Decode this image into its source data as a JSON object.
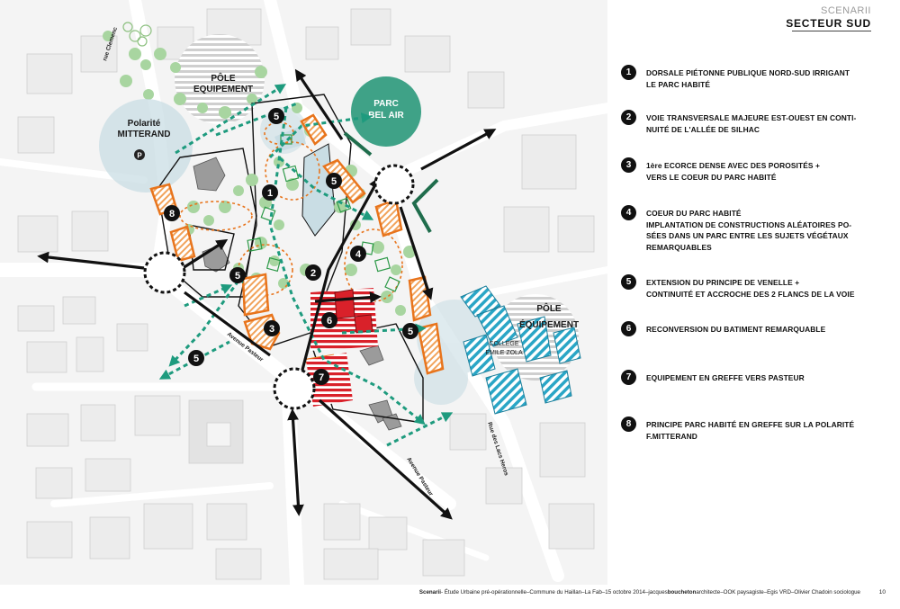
{
  "header": {
    "category": "SCENARII",
    "title": "SECTEUR SUD"
  },
  "legend": [
    {
      "number": "1",
      "text": "DORSALE PIÉTONNE PUBLIQUE NORD-SUD IRRIGANT\nLE PARC HABITÉ"
    },
    {
      "number": "2",
      "text": "VOIE TRANSVERSALE MAJEURE EST-OUEST EN CONTI-\nNUITÉ DE L'ALLÉE DE SILHAC"
    },
    {
      "number": "3",
      "text": "1ère ECORCE DENSE AVEC DES POROSITÉS +\nVERS LE COEUR DU PARC HABITÉ"
    },
    {
      "number": "4",
      "text": "COEUR DU PARC HABITÉ\nIMPLANTATION DE CONSTRUCTIONS ALÉATOIRES PO-\nSÉES DANS UN PARC ENTRE LES SUJETS VÉGÉTAUX\nREMARQUABLES"
    },
    {
      "number": "5",
      "text": "EXTENSION DU PRINCIPE DE VENELLE +\nCONTINUITÉ ET ACCROCHE DES 2 FLANCS DE LA VOIE"
    },
    {
      "number": "6",
      "text": "RECONVERSION DU BATIMENT REMARQUABLE"
    },
    {
      "number": "7",
      "text": "EQUIPEMENT EN GREFFE VERS PASTEUR"
    },
    {
      "number": "8",
      "text": "PRINCIPE PARC HABITÉ EN GREFFE SUR LA POLARITÉ\nF.MITTERAND"
    }
  ],
  "map": {
    "labels": {
      "pole_nord_1": "PÔLE",
      "pole_nord_2": "EQUIPEMENT",
      "polarite_1": "Polarité",
      "polarite_2": "MITTERAND",
      "parking": "P",
      "parc_1": "PARC",
      "parc_2": "BEL AIR",
      "pole_est_1": "PÔLE",
      "pole_est_2": "ÉQUIPEMENT",
      "college_1": "COLLEGE",
      "college_2": "EMILE ZOLA"
    },
    "streets": {
      "clemenceau": "rue Clemenc",
      "pasteur_1": "Avenue Pasteur",
      "pasteur_2": "Avenue Pasteur",
      "lacs": "Rue des Lacs Heros"
    },
    "markers": [
      "1",
      "2",
      "3",
      "4",
      "5",
      "5",
      "5",
      "5",
      "5",
      "6",
      "7",
      "8"
    ],
    "colors": {
      "orange": "#e8741c",
      "green_arrow": "#1e9b7e",
      "black": "#111111",
      "red": "#d9212a",
      "blue": "#2aa6c6",
      "parc": "#3fa287",
      "tree": "#a8d5a0",
      "halo": "#c9dde4"
    }
  },
  "footer": {
    "brand": "Scenarii",
    "before_bold": "- Étude Urbaine pré-opérationnelle–Commune du Haillan–La Fab–15 octobre 2014–jacques",
    "bold": "boucheton",
    "after_bold": "architecte–OOK paysagiste–Egis VRD–Olivier Chadoin sociologue",
    "page": "10"
  }
}
